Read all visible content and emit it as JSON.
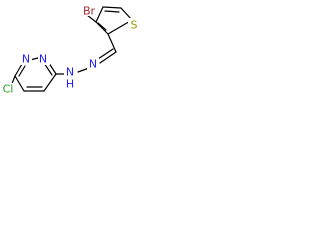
{
  "molecule": {
    "atoms": {
      "br": {
        "label": "Br",
        "color": "#a52a2a"
      },
      "s": {
        "label": "S",
        "color": "#9a9a00"
      },
      "cl": {
        "label": "Cl",
        "color": "#1fa51f"
      },
      "n_ring_1": {
        "label": "N",
        "color": "#2020ff"
      },
      "n_ring_2": {
        "label": "N",
        "color": "#2020ff"
      },
      "n_hydrazone_1": {
        "label": "N",
        "color": "#2020ff"
      },
      "n_hydrazone_2": {
        "label": "H",
        "color": "#2020ff"
      },
      "nh_n": {
        "label": "N",
        "color": "#2020ff"
      }
    },
    "bond_color": "#000000"
  }
}
